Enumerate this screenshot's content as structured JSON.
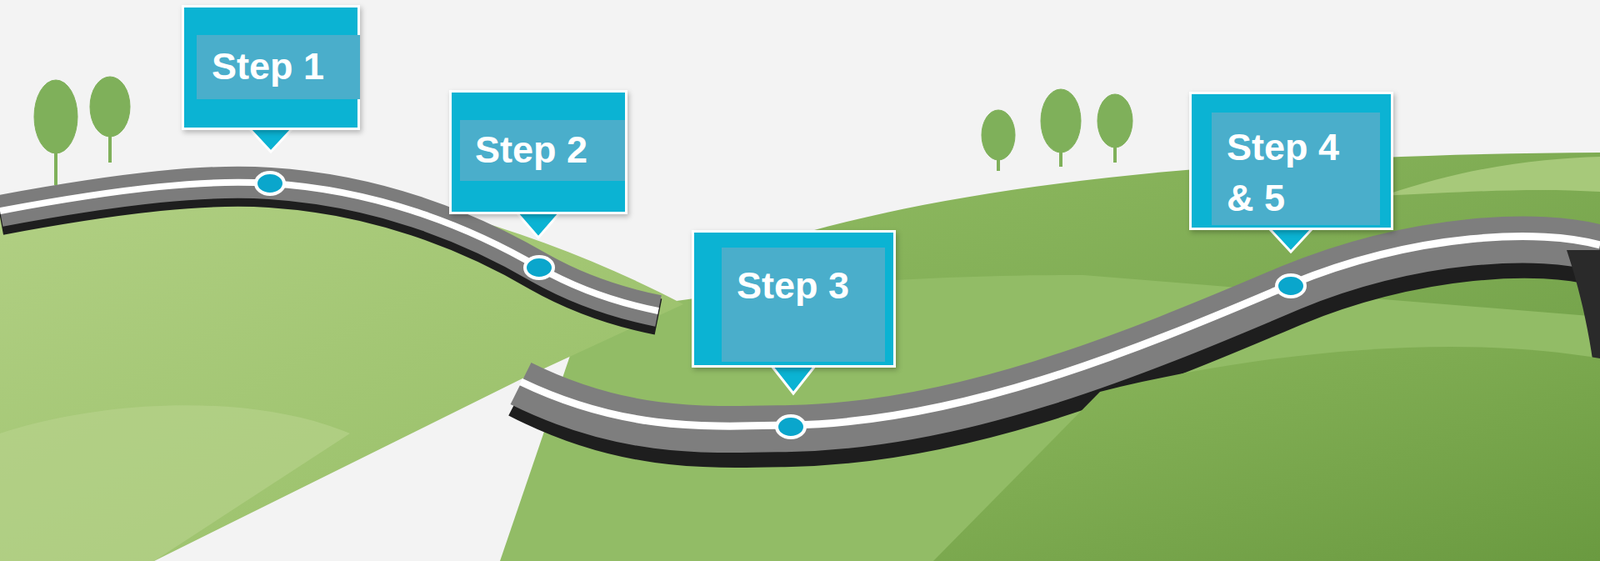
{
  "diagram": {
    "nodes": [
      {
        "text": [
          "Step 1"
        ]
      },
      {
        "text": [
          "Step 2"
        ]
      },
      {
        "text": [
          "Step 3"
        ]
      },
      {
        "text": [
          "Step 4 & 5"
        ]
      }
    ]
  }
}
